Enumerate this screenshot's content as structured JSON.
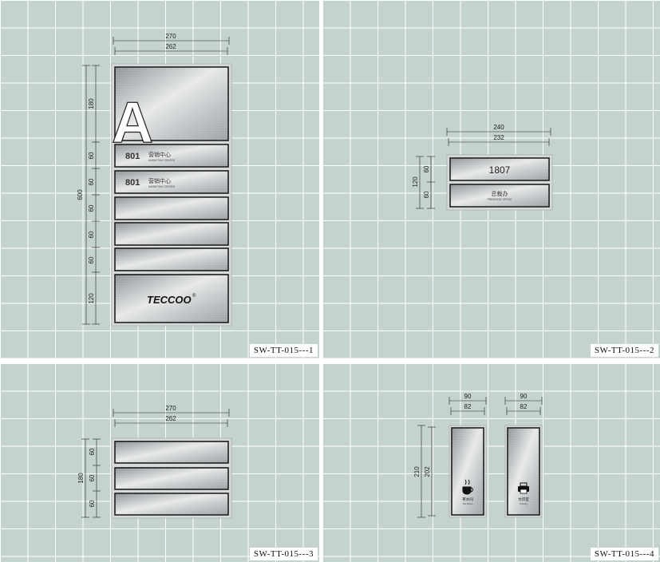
{
  "colors": {
    "background": "#c4d3cc",
    "grid": "#ffffff",
    "plate_border": "#1a1a1a",
    "plate_metal": "#b9bcbe"
  },
  "panels": [
    {
      "code": "SW-TT-015---1",
      "dims": {
        "outer_width": "270",
        "inner_width": "262",
        "total_height": "600",
        "segments": [
          "180",
          "60",
          "60",
          "60",
          "60",
          "60",
          "120"
        ]
      },
      "plates": [
        {
          "type": "letter",
          "letter": "A"
        },
        {
          "type": "room",
          "number": "801",
          "cn": "营销中心",
          "en": "MARKETING CENTER"
        },
        {
          "type": "room",
          "number": "801",
          "cn": "营销中心",
          "en": "MARKETING CENTER"
        },
        {
          "type": "blank"
        },
        {
          "type": "blank"
        },
        {
          "type": "blank"
        },
        {
          "type": "logo",
          "logo": "TECCOO",
          "mark": "®"
        }
      ]
    },
    {
      "code": "SW-TT-015---2",
      "dims": {
        "outer_width": "240",
        "inner_width": "232",
        "total_height": "120",
        "segments": [
          "60",
          "60"
        ]
      },
      "plates": [
        {
          "type": "number",
          "number": "1807"
        },
        {
          "type": "title",
          "cn": "总裁办",
          "en": "PRESIDENT OFFICE"
        }
      ]
    },
    {
      "code": "SW-TT-015---3",
      "dims": {
        "outer_width": "270",
        "inner_width": "262",
        "total_height": "180",
        "segments": [
          "60",
          "60",
          "60"
        ]
      },
      "plates": [
        {
          "type": "blank"
        },
        {
          "type": "blank"
        },
        {
          "type": "blank"
        }
      ]
    },
    {
      "code": "SW-TT-015---4",
      "dims": {
        "outer_width": "90",
        "inner_width": "82",
        "outer_height": "210",
        "inner_height": "202"
      },
      "signs": [
        {
          "icon": "coffee-cup-icon",
          "cn": "茶水间",
          "en": "Tea Room"
        },
        {
          "icon": "printer-icon",
          "cn": "文印室",
          "en": "Printing"
        }
      ]
    }
  ]
}
